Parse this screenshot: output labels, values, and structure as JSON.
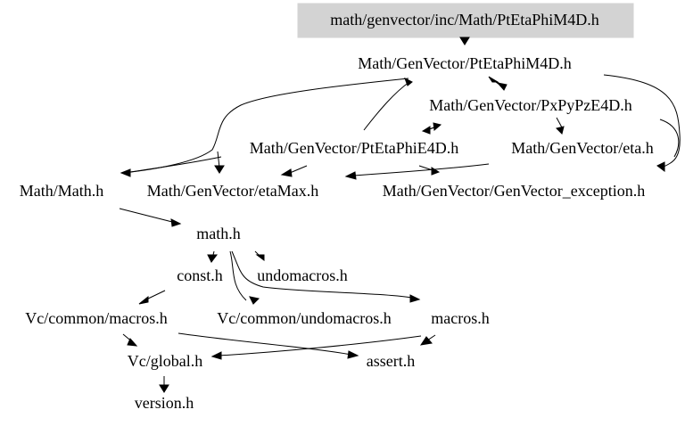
{
  "graph": {
    "root_fill": "#d3d3d3",
    "nodes": {
      "root": "math/genvector/inc/Math/PtEtaPhiM4D.h",
      "ptetaphim4d": "Math/GenVector/PtEtaPhiM4D.h",
      "pxpypze4d": "Math/GenVector/PxPyPzE4D.h",
      "ptetaphie4d": "Math/GenVector/PtEtaPhiE4D.h",
      "eta": "Math/GenVector/eta.h",
      "math_math": "Math/Math.h",
      "etamax": "Math/GenVector/etaMax.h",
      "genvector_exception": "Math/GenVector/GenVector_exception.h",
      "math_h": "math.h",
      "const_h": "const.h",
      "undomacros_h": "undomacros.h",
      "vc_macros": "Vc/common/macros.h",
      "vc_undomacros": "Vc/common/undomacros.h",
      "macros_h": "macros.h",
      "vc_global": "Vc/global.h",
      "assert_h": "assert.h",
      "version_h": "version.h"
    }
  }
}
